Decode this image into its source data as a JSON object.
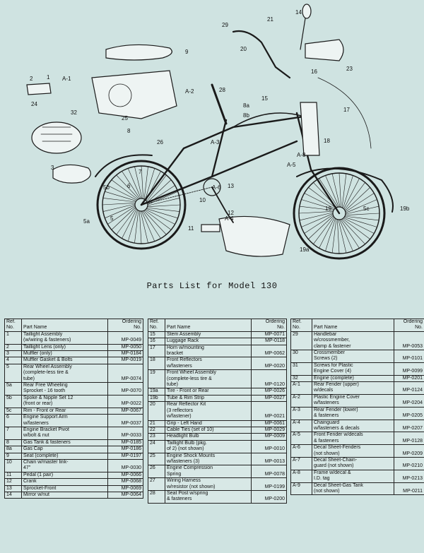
{
  "title": "Parts List for Model 130",
  "headers": {
    "ref": "Ref.\nNo.",
    "name": "Part Name",
    "ordering": "Ordering\nNo."
  },
  "callouts": [
    "1",
    "2",
    "3",
    "5",
    "6",
    "7",
    "8",
    "9",
    "10",
    "11",
    "12",
    "13",
    "14",
    "15",
    "16",
    "17",
    "18",
    "19",
    "20",
    "21",
    "23",
    "24",
    "25",
    "26",
    "28",
    "29",
    "32",
    "5a",
    "5b",
    "5c",
    "8a",
    "8b",
    "19a",
    "19b",
    "A-1",
    "A-2",
    "A-3",
    "A-4",
    "A-5",
    "A-6",
    "A-8"
  ],
  "tables": [
    {
      "rows": [
        {
          "ref": "1",
          "name": "Taillight Assembly\n(w/wiring & fasteners)",
          "ordering": "MP-0049"
        },
        {
          "ref": "2",
          "name": "Taillight Lens (only)",
          "ordering": "MP-0050"
        },
        {
          "ref": "3",
          "name": "Muffler (only)",
          "ordering": "MP-0184"
        },
        {
          "ref": "4",
          "name": "Muffler Gasket & Bolts",
          "ordering": "MP-0019"
        },
        {
          "ref": "5",
          "name": "Rear Wheel Assembly\n(complete-less tire &\ntube)",
          "ordering": "MP-0074"
        },
        {
          "ref": "5a",
          "name": "Rear Free Wheeling\nSprocket - 16 tooth",
          "ordering": "MP-0070"
        },
        {
          "ref": "5b",
          "name": "Spoke & Nipple Set 12\n(front or rear)",
          "ordering": "MP-0022"
        },
        {
          "ref": "5c",
          "name": "Rim - Front or Rear",
          "ordering": "MP-0067"
        },
        {
          "ref": "6",
          "name": "Engine Support Arm\nw/fasteners",
          "ordering": "MP-0037"
        },
        {
          "ref": "7",
          "name": "Engine Bracket Pivot\nw/bolt & nut",
          "ordering": "MP-0033"
        },
        {
          "ref": "8",
          "name": "Gas Tank & fasteners",
          "ordering": "MP-0185"
        },
        {
          "ref": "8a",
          "name": "Gas Cap",
          "ordering": "MP-0186"
        },
        {
          "ref": "9",
          "name": "Seat (complete)",
          "ordering": "MP-0197"
        },
        {
          "ref": "10",
          "name": "Chain w/master link-\n47\"",
          "ordering": "MP-0030"
        },
        {
          "ref": "11",
          "name": "Pedal (1 pair)",
          "ordering": "MP-0066"
        },
        {
          "ref": "12",
          "name": "Crank",
          "ordering": "MP-0068"
        },
        {
          "ref": "13",
          "name": "Sprocket-Front",
          "ordering": "MP-0069"
        },
        {
          "ref": "14",
          "name": "Mirror w/nut",
          "ordering": "MP-0064"
        }
      ]
    },
    {
      "rows": [
        {
          "ref": "15",
          "name": "Stem Assembly",
          "ordering": "MP-0071"
        },
        {
          "ref": "16",
          "name": "Luggage Rack",
          "ordering": "MP-0118"
        },
        {
          "ref": "17",
          "name": "Horn w/mounting\nbracket",
          "ordering": "MP-0062"
        },
        {
          "ref": "18",
          "name": "Front Reflectors\nw/fasteners",
          "ordering": "MP-0020"
        },
        {
          "ref": "19",
          "name": "Front Wheel Assembly\n(complete-less tire &\ntube)",
          "ordering": "MP-0120"
        },
        {
          "ref": "19a",
          "name": "Tire - Front or Rear",
          "ordering": "MP-0026"
        },
        {
          "ref": "19b",
          "name": "Tube & Rim Strip",
          "ordering": "MP-0027"
        },
        {
          "ref": "20",
          "name": "Rear Reflector Kit\n(3 reflectors\nw/fastener)",
          "ordering": "MP-0021"
        },
        {
          "ref": "21",
          "name": "Grip - Left Hand",
          "ordering": "MP-0061"
        },
        {
          "ref": "22",
          "name": "Cable Ties (set of 10)",
          "ordering": "MP-0029"
        },
        {
          "ref": "23",
          "name": "Headlight Bulb",
          "ordering": "MP-0009"
        },
        {
          "ref": "24",
          "name": "Taillight Bulb (pkg.\nof 2) (not shown)",
          "ordering": "MP-0010"
        },
        {
          "ref": "25",
          "name": "Engine Shock Mounts\nw/fasteners (3)",
          "ordering": "MP-0013"
        },
        {
          "ref": "26",
          "name": "Engine Compression\nSpring",
          "ordering": "MP-0078"
        },
        {
          "ref": "27",
          "name": "Wiring Harness\nw/resistor (not shown)",
          "ordering": "MP-0199"
        },
        {
          "ref": "28",
          "name": "Seat Post w/spring\n& fasteners",
          "ordering": "MP-0200"
        }
      ]
    },
    {
      "rows": [
        {
          "ref": "29",
          "name": "Handlebar\nw/crossmember,\nclamp & fastener",
          "ordering": "MP-0053"
        },
        {
          "ref": "30",
          "name": "Crossmember\nScrews (2)",
          "ordering": "MP-0101"
        },
        {
          "ref": "31",
          "name": "Screws for Plastic\nEngine Cover (4)",
          "ordering": "MP-0099"
        },
        {
          "ref": "32",
          "name": "Engine (complete)",
          "ordering": "MP-0201"
        },
        {
          "ref": "A-1",
          "name": "Rear Fender (upper)\nw/decals",
          "ordering": "MP-0124"
        },
        {
          "ref": "A-2",
          "name": "Plastic Engine Cover\nw/fasteners",
          "ordering": "MP-0204"
        },
        {
          "ref": "A-3",
          "name": "Rear Fender (lower)\n& fasteners",
          "ordering": "MP-0205"
        },
        {
          "ref": "A-4",
          "name": "Chainguard\nw/fasteners & decals",
          "ordering": "MP-0207"
        },
        {
          "ref": "A-5",
          "name": "Front Fender w/decals\n& fasteners",
          "ordering": "MP-0128"
        },
        {
          "ref": "A-6",
          "name": "Decal Sheet-Fenders\n(not shown)",
          "ordering": "MP-0209"
        },
        {
          "ref": "A-7",
          "name": "Decal Sheet-Chain-\nguard (not shown)",
          "ordering": "MP-0210"
        },
        {
          "ref": "A-8",
          "name": "Frame w/decal &\nI.D. tag",
          "ordering": "MP-0213"
        },
        {
          "ref": "A-9",
          "name": "Decal Sheet-Gas Tank\n(not shown)",
          "ordering": "MP-0211"
        }
      ]
    }
  ]
}
